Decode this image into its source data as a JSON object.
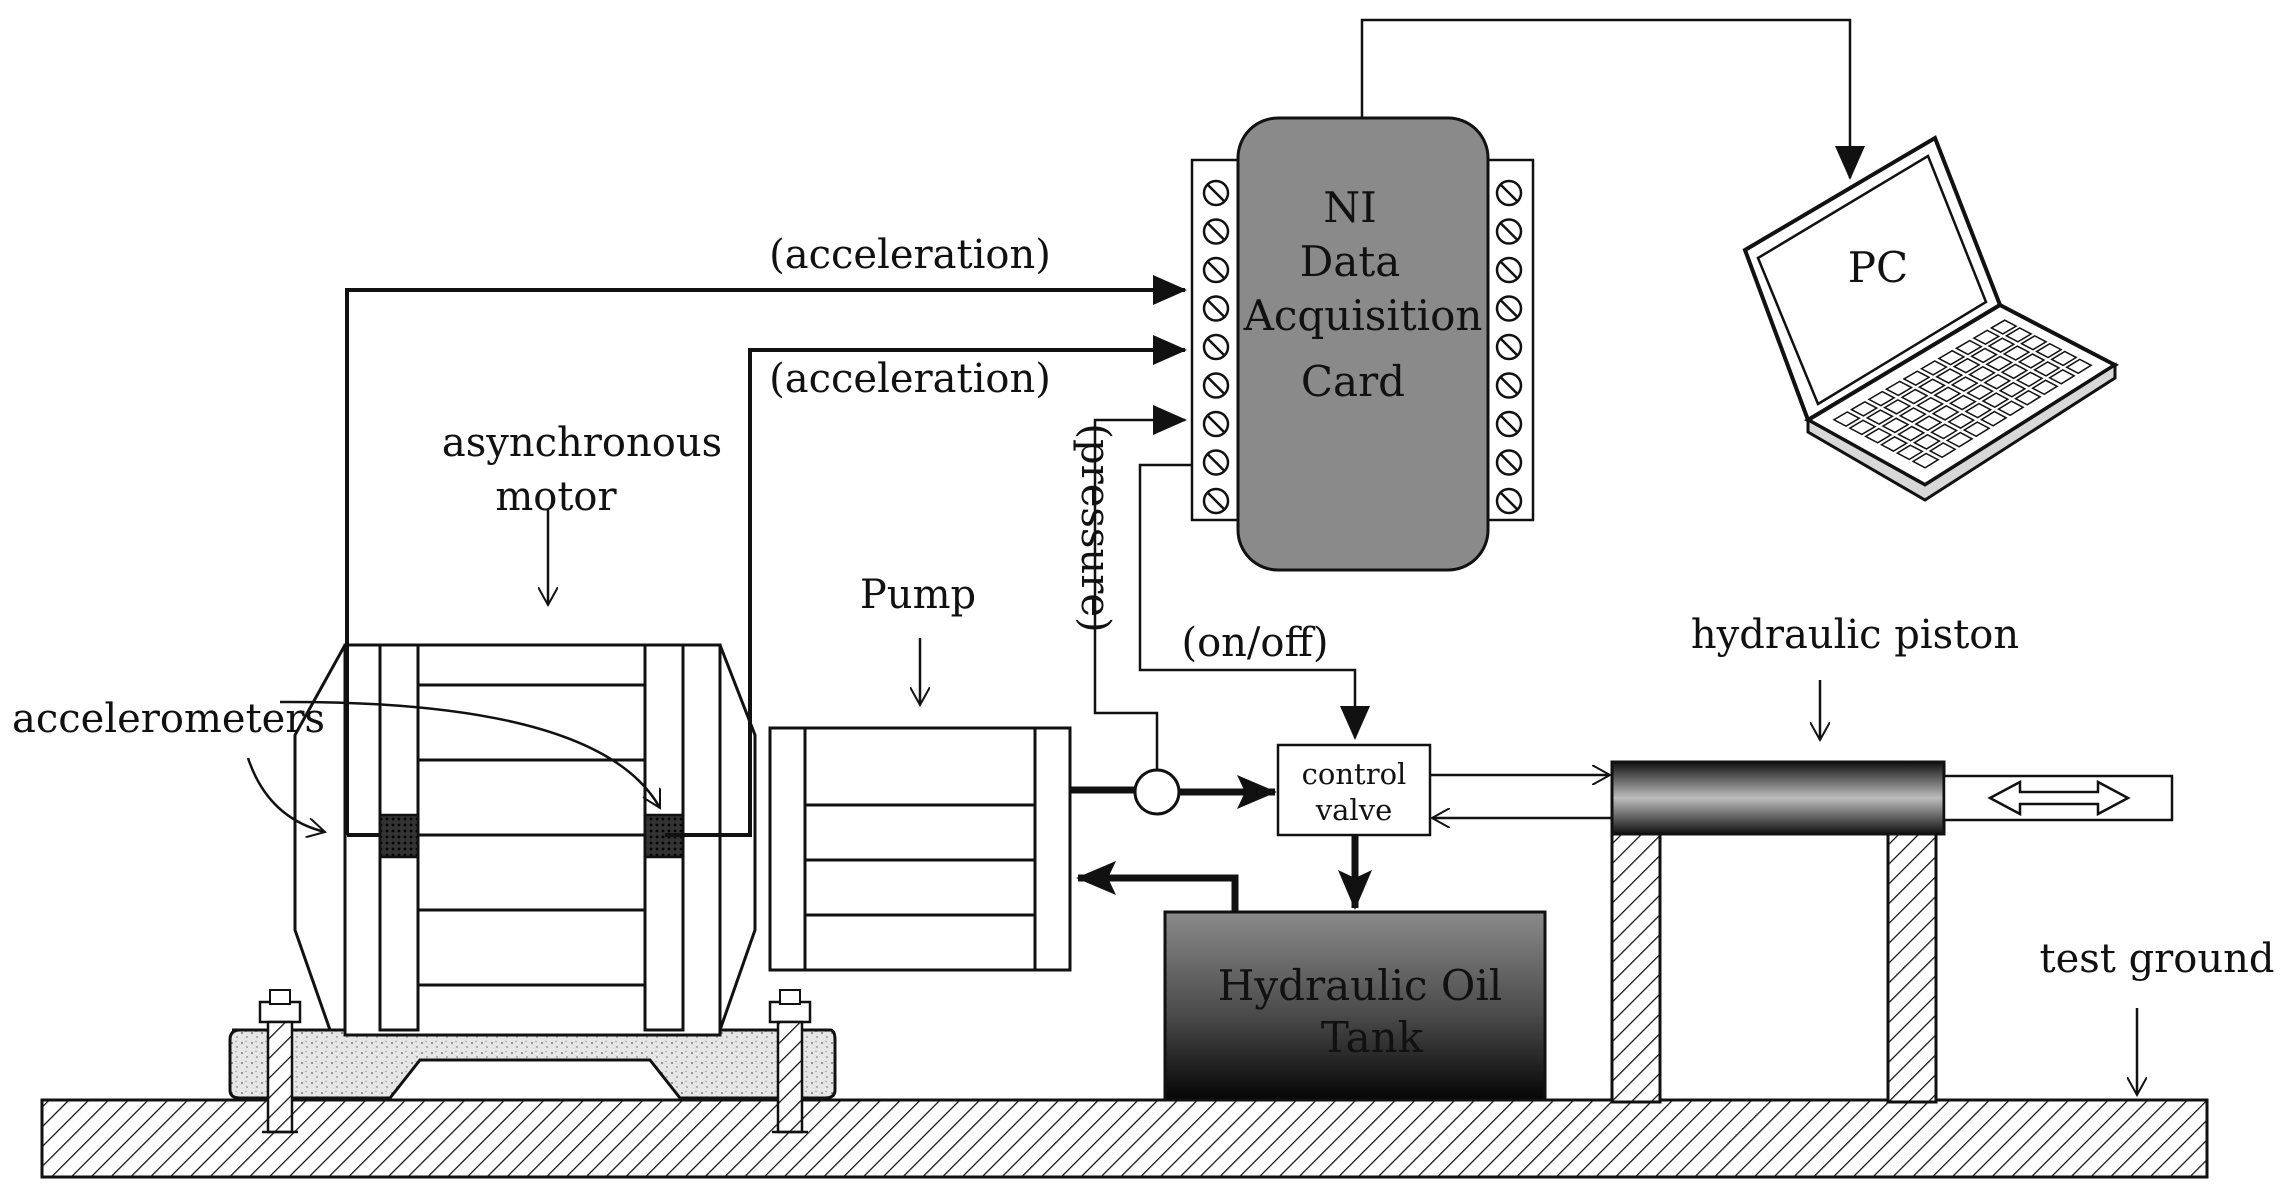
{
  "diagram": {
    "labels": {
      "ni_line1": "NI",
      "ni_line2": "Data",
      "ni_line3": "Acquisition",
      "ni_line4": "Card",
      "pc": "PC",
      "accel_top": "(acceleration)",
      "accel_bottom": "(acceleration)",
      "pressure": "(pressure)",
      "on_off": "(on/off)",
      "motor_line1": "asynchronous",
      "motor_line2": "motor",
      "accelerometers": "accelerometers",
      "pump": "Pump",
      "valve_line1": "control",
      "valve_line2": "valve",
      "piston": "hydraulic piston",
      "tank_line1": "Hydraulic Oil",
      "tank_line2": "Tank",
      "ground": "test ground"
    },
    "colors": {
      "line": "#111111",
      "daq_fill": "#8a8a8a",
      "speckle_fill": "#e4e4e4",
      "tank_top": "#8a8a8a",
      "tank_bottom": "#0a0a0a"
    }
  }
}
